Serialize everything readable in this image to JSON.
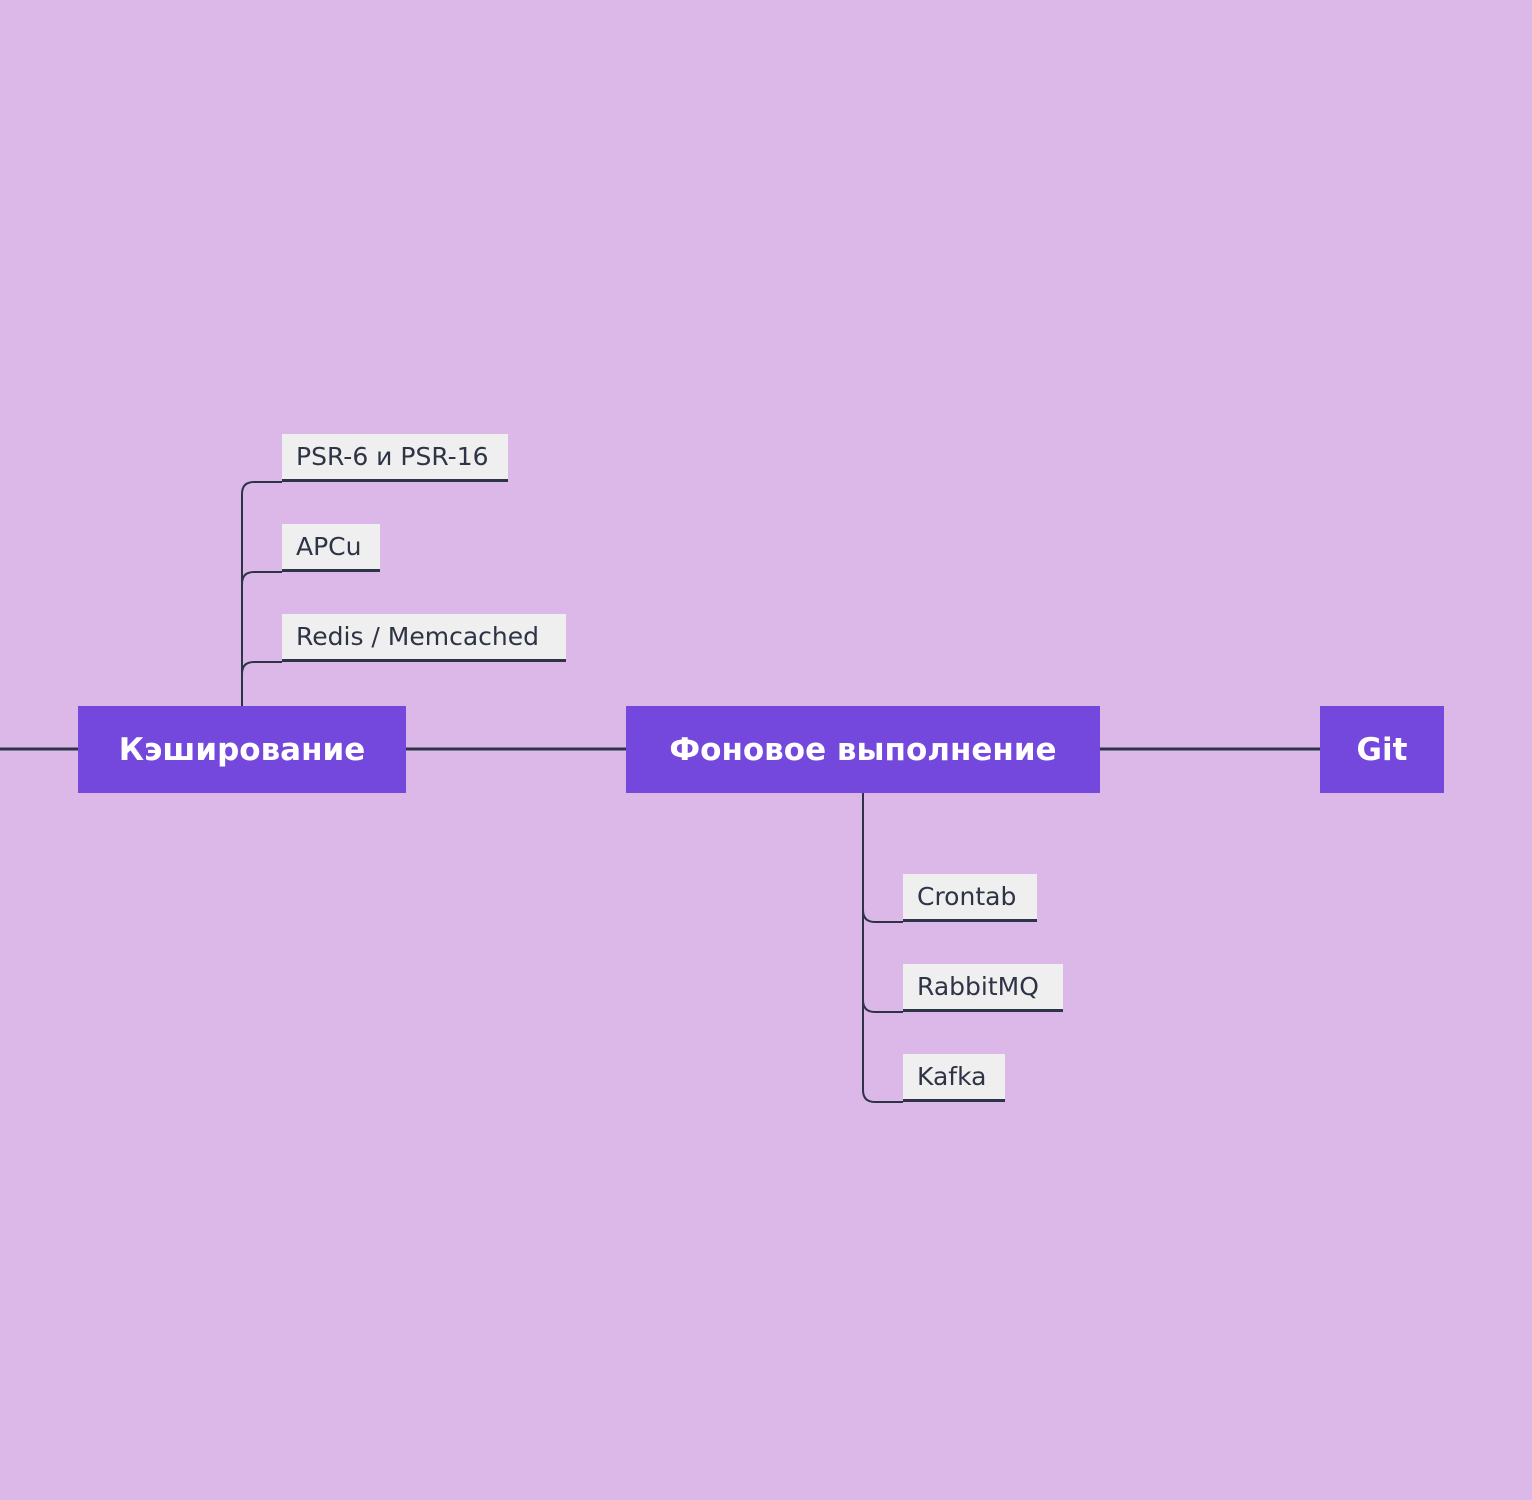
{
  "mindmap": {
    "nodes": [
      {
        "label": "Кэширование",
        "children": [
          "PSR-6 и PSR-16",
          "APCu",
          "Redis / Memcached"
        ]
      },
      {
        "label": "Фоновое выполнение",
        "children": [
          "Crontab",
          "RabbitMQ",
          "Kafka"
        ]
      },
      {
        "label": "Git",
        "children": []
      }
    ]
  },
  "colors": {
    "background": "#dbb8e7",
    "main_node": "#7448dc",
    "main_text": "#ffffff",
    "sub_node": "#efefef",
    "sub_text": "#2e3446",
    "connector": "#2d3447"
  }
}
